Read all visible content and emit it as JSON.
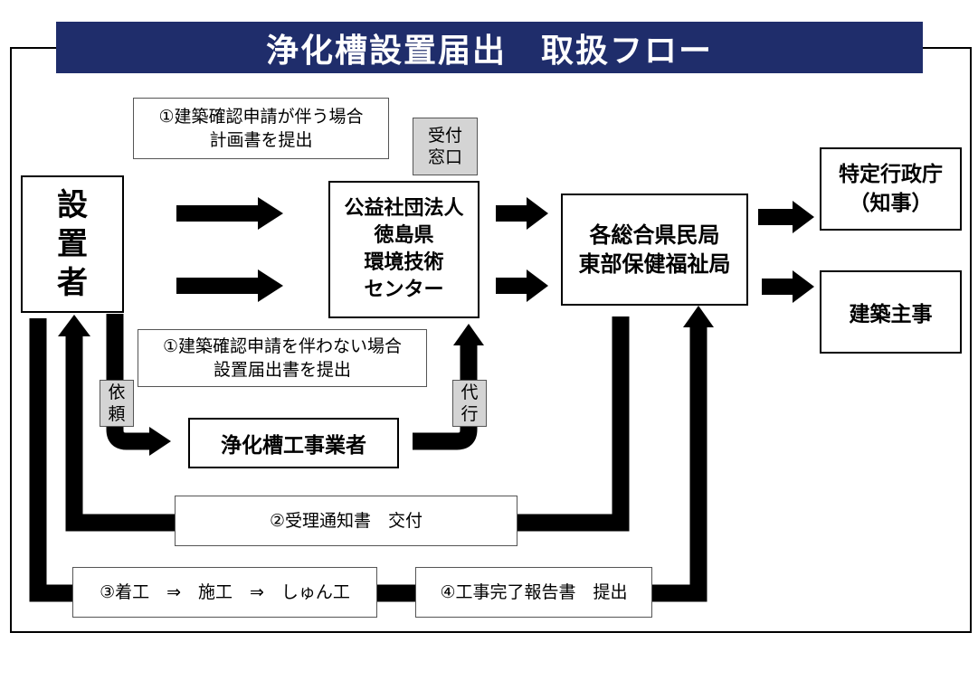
{
  "title": "浄化槽設置届出　取扱フロー",
  "nodes": {
    "settler": "設\n置\n者",
    "center": "公益社団法人\n徳島県\n環境技術\nセンター",
    "bureau": "各総合県民局\n東部保健福祉局",
    "gov": "特定行政庁\n（知事）",
    "kenchiku": "建築主事",
    "contractor": "浄化槽工事業者"
  },
  "notes": {
    "top": "①建築確認申請が伴う場合\n計画書を提出",
    "mid": "①建築確認申請を伴わない場合\n設置届出書を提出",
    "notice": "②受理通知書　交付",
    "construct": "③着工　⇒　施工　⇒　しゅん工",
    "report": "④工事完了報告書　提出"
  },
  "tags": {
    "reception": "受付\n窓口",
    "request": "依\n頼",
    "proxy": "代\n行"
  },
  "colors": {
    "title_bg": "#1f2d6b",
    "tag_bg": "#d4d4d4"
  }
}
